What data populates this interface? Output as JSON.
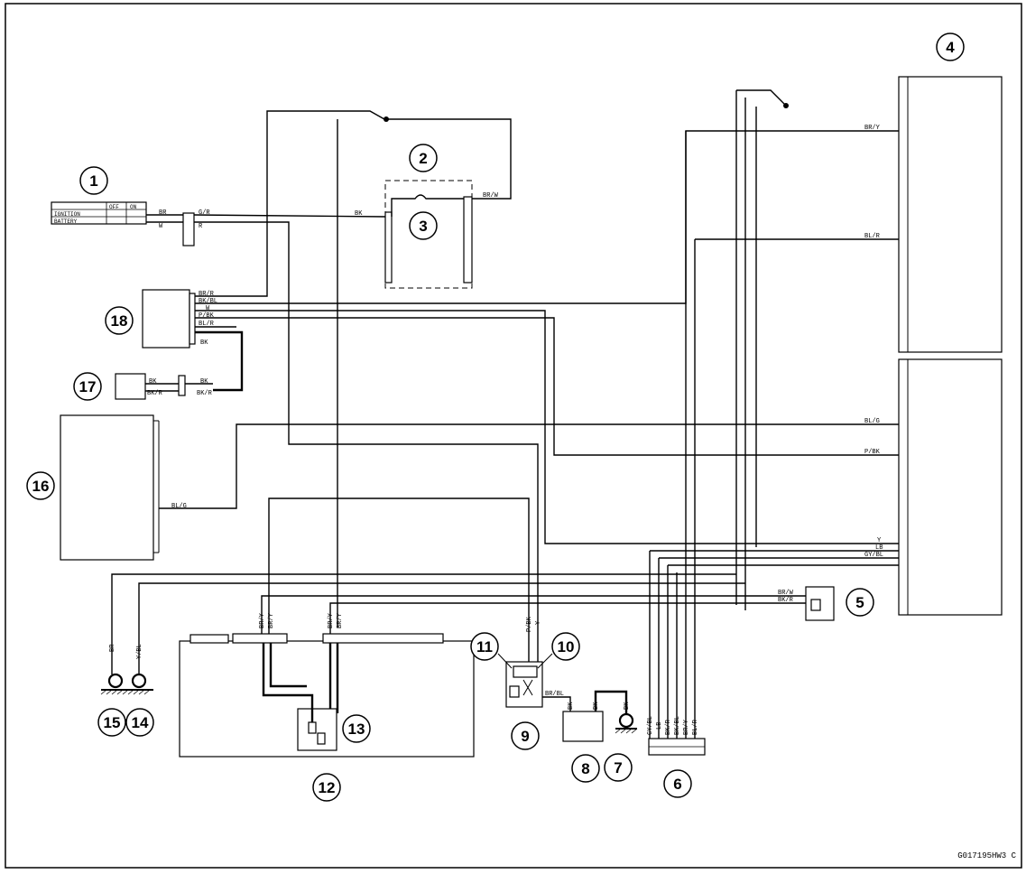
{
  "figure_code": "G017195HW3 C",
  "callouts": {
    "c1": "1",
    "c2": "2",
    "c3": "3",
    "c4": "4",
    "c5": "5",
    "c6": "6",
    "c7": "7",
    "c8": "8",
    "c9": "9",
    "c10": "10",
    "c11": "11",
    "c12": "12",
    "c13": "13",
    "c14": "14",
    "c15": "15",
    "c16": "16",
    "c17": "17",
    "c18": "18"
  },
  "ignition_switch": {
    "header_off": "OFF",
    "header_on": "ON",
    "row1": "IGNITION",
    "row2": "BATTERY"
  },
  "wire_labels": {
    "sw_br": "BR",
    "sw_w": "W",
    "sw_gr": "G/R",
    "sw_r": "R",
    "c2_bk": "BK",
    "c2_brw": "BR/W",
    "m_bry": "BR/Y",
    "m_blr": "BL/R",
    "m_blg": "BL/G",
    "m_pbk": "P/BK",
    "m_y": "Y",
    "m_lb": "LB",
    "m_gybl": "GY/BL",
    "m_brw1": "BR/W",
    "m_bkr": "BK/R",
    "u18_brr": "BR/R",
    "u18_bkbl": "BK/BL",
    "u18_w": "W",
    "u18_pbk": "P/BK",
    "u18_blr": "BL/R",
    "u18_bk": "BK",
    "u17_bk1": "BK",
    "u17_bkr1": "BK/R",
    "u17_bk2": "BK",
    "u17_bkr2": "BK/R",
    "u16_blg": "BL/G",
    "v_br": "BR",
    "v_ycbl": "Y/BL",
    "v_bry1": "BR/Y",
    "v_bry2": "BR/Y",
    "v_bry3": "BR/Y",
    "v_bry4": "BR/Y",
    "v_pbk": "P/BK",
    "v_y": "Y",
    "v6_1": "GY/BL",
    "v6_2": "LB",
    "v6_3": "BK/R",
    "v6_4": "BK/BL",
    "v6_5": "BR/Y",
    "v6_6": "BL/R",
    "v8_1": "BK",
    "v8_2": "BK",
    "v7_1": "BK",
    "v9_1": "BR/BL"
  }
}
